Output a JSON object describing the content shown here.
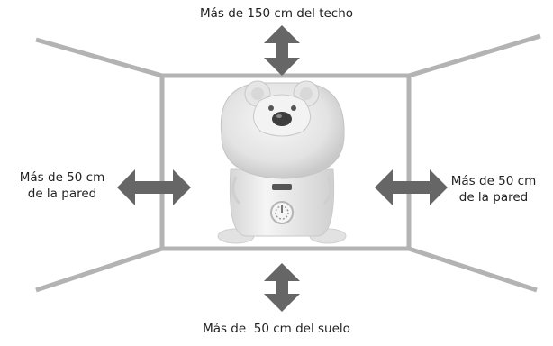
{
  "labels": {
    "top": "Más de 150 cm del techo",
    "left_line1": "Más de 50 cm",
    "left_line2": "de la pared",
    "right_line1": "Más de 50 cm",
    "right_line2": "de la pared",
    "bottom": "Más de  50 cm del suelo"
  },
  "colors": {
    "room_lines": "#b3b3b3",
    "arrows": "#666666",
    "device_body": "#ececec",
    "device_shadow": "#cfcfcf"
  },
  "icons": {
    "arrow_vertical": "double-headed-vertical-arrow",
    "arrow_horizontal": "double-headed-horizontal-arrow",
    "device": "bear-humidifier"
  }
}
